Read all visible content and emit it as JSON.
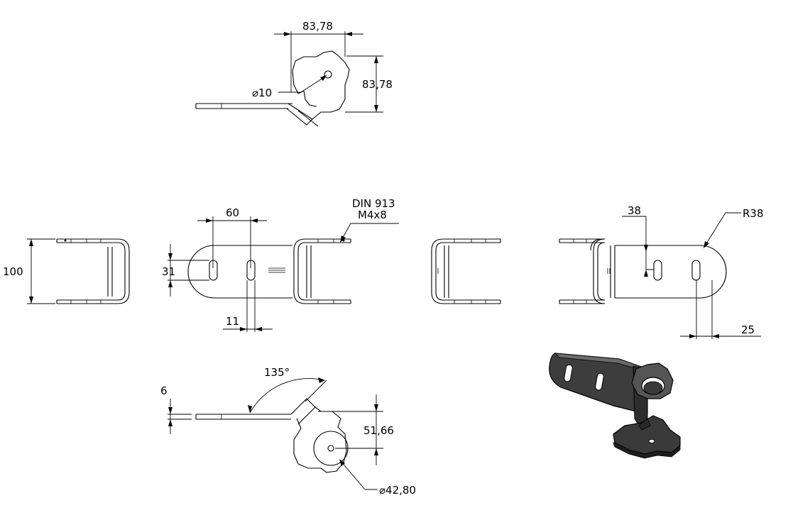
{
  "dimensions": {
    "top_width": "83,78",
    "top_height": "83,78",
    "top_hole": "⌀10",
    "slot_spacing": "60",
    "slot_height": "31",
    "slot_width": "11",
    "overall_height": "100",
    "screw_spec_1": "DIN 913",
    "screw_spec_2": "M4x8",
    "slot_offset": "38",
    "end_radius": "R38",
    "end_offset": "25",
    "angle": "135°",
    "thickness": "6",
    "bottom_height": "51,66",
    "bottom_diameter": "⌀42,80"
  },
  "colors": {
    "line": "#000000",
    "part_shade_dark": "#3a3a3a",
    "part_shade_mid": "#5a5a5a",
    "background": "#ffffff"
  }
}
